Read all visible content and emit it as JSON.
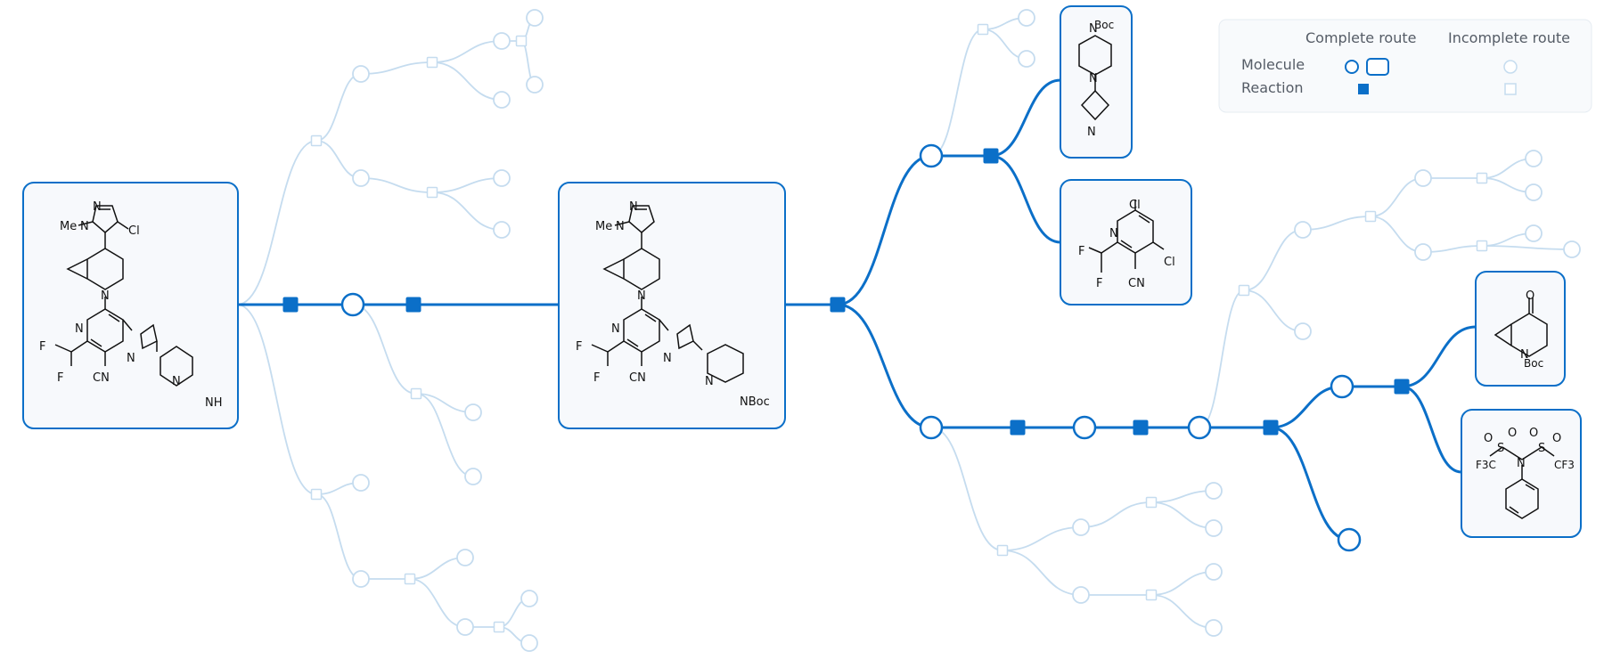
{
  "colors": {
    "complete": "#0b6fc8",
    "incomplete": "#c5dcef",
    "box_fill": "#f7f9fc",
    "legend_fill": "#f8fafc",
    "legend_text": "#555c66"
  },
  "legend": {
    "col_complete": "Complete route",
    "col_incomplete": "Incomplete route",
    "row_molecule": "Molecule",
    "row_reaction": "Reaction"
  },
  "atom_labels": {
    "N": "N",
    "Cl": "Cl",
    "F": "F",
    "CN": "CN",
    "NH": "NH",
    "O": "O",
    "S": "S",
    "Me": "Me",
    "Boc": "Boc",
    "NBoc": "NBoc",
    "F3C": "F3C",
    "CF3": "CF3"
  },
  "diagram": {
    "node_kinds": [
      "molecule",
      "reaction"
    ],
    "molecules": [
      {
        "id": "target",
        "status": "complete"
      },
      {
        "id": "boc-intermediate",
        "status": "complete"
      },
      {
        "id": "boc-piperazinyl-azetidine",
        "status": "complete"
      },
      {
        "id": "dichloro-difluoromethyl-nicotinonitrile",
        "status": "complete"
      },
      {
        "id": "boc-azabicycloheptanone",
        "status": "complete"
      },
      {
        "id": "phenyl-triflimide",
        "status": "complete"
      }
    ]
  }
}
